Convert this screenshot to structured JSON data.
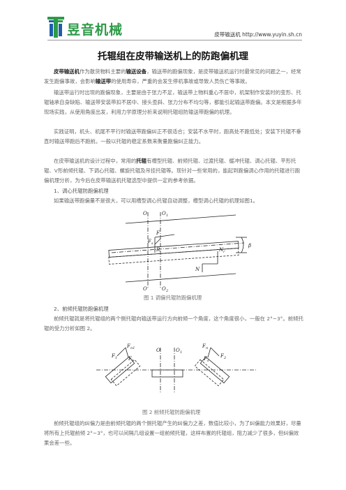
{
  "header": {
    "logo_text": "昱音机械",
    "site_link": "皮带输送机 http://www.yuyin.sh.cn"
  },
  "title": "托辊组在皮带输送机上的防跑偏机理",
  "paragraphs": {
    "p1_a": "皮带输送机",
    "p1_b": "作为散货物料主要的",
    "p1_c": "输送设备",
    "p1_d": "，输送带的跑偏现象，是皮带输送机运行时最常见的问题之一，经常发生跑偏事故，会影响",
    "p1_e": "输送带",
    "p1_f": "的使用寿命，严重的会发生停机事故或导致人员伤亡等事故。",
    "p2": "输送带运行时出现的跑偏现象，主要是由于张力不足，输送带上物料重心不居中，机架制作安装时的变形、托辊轴承自身缺陷、输送带安装带扣不居中、接头歪斜、张力分布不均匀等，都能引起输送带跑偏。本文是根据多年现场实践，从使用角度出发，利用力学原理分析来说明托辊组防输送带跑偏的机理。",
    "p3_a": "实践证明，机头、机尾不平行时输送带跑偏纠正不很适合；安装不水平时，跑高处不跑低处；安装下托辊不垂直时输送带跑后不跑前。一般以托辊的稳定系数来衡量跑偏纠正能力。",
    "p4_a": "在皮带输送机的设计过程中，常用的",
    "p4_b": "托辊",
    "p4_c": "有槽型托辊、前倾托辊、过渡托辊、缓冲托辊、调心托辊、平形托辊、V形前倾托辊、下调心托辊、螺旋托辊及吊挂托辊等。现针对一些常用的，能起到跑偏调心作用的托辊进行跑偏机理分析，为今后在皮带输送机托辊选型中提供一定的参考依据。",
    "h1": "1、调心托辊防跑偏机理",
    "p5": "如果输送带跑偏量不是很大，可以用槽型调心托辊自动调整，槽型调心托辊的机理如图1。",
    "h2": "2、前倾托辊防跑偏机理",
    "p6": "前倾托辊就是将托辊组的两个侧托辊向输送带运行方向前倾一个角度，这个角度很小，一般在 2°~3°。前倾托辊的受力分析如图 2。",
    "p7": "前倾托辊组的纠偏力是由前倾托辊的两个侧托辊产生的纠偏力之差，数值比较小，为了纠偏能力效果好，尽量将所有上托辊前倾 2°~3°，也可以间隔几组设置一组前倾托辊，这样布置的托辊组，阻力减少了很多，但纠偏效果会差一些。"
  },
  "figures": {
    "fig1_caption": "图 1   调偏托辊防跑偏机理",
    "fig2_caption": "图 2   前倾托辊防跑偏机理",
    "fig1_labels": [
      "O",
      "O1",
      "O",
      "O2",
      "F",
      "Fs",
      "R",
      "Nr",
      "N",
      "β"
    ],
    "fig2_labels": [
      "F1",
      "Fn1",
      "Ft",
      "O",
      "O1",
      "Fn",
      "F2",
      "Fs"
    ]
  },
  "colors": {
    "brand_green": "#2d9a48",
    "brand_blue": "#1e5fa8"
  }
}
